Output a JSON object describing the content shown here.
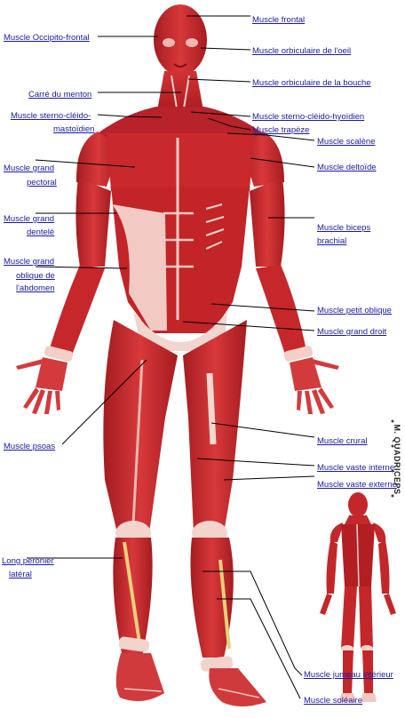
{
  "diagram": {
    "labels_right": {
      "frontal": "Muscle frontal",
      "orbiculaire_oeil": "Muscle orbiculaire de l'oeil",
      "orbiculaire_bouche": "Muscle orbiculaire de la bouche",
      "sterno_hyoidien": "Muscle sterno-cléido-hyoïdien",
      "trapeze": "Muscle trapèze",
      "scalene": "Muscle scalène",
      "deltoide": "Muscle deltoïde",
      "biceps_1": "Muscle biceps",
      "biceps_2": "brachial",
      "petit_oblique": "Muscle petit oblique",
      "grand_droit": "Muscle grand droit",
      "crural": "Muscle crural",
      "vaste_interne": "Muscle vaste interne",
      "vaste_externe": "Muscle vaste externe",
      "jumeau": "Muscle jumeau intérieur",
      "soleaire": "Muscle soléaire"
    },
    "labels_left": {
      "occipito": "Muscle Occipito-frontal",
      "carre_menton": "Carré du menton",
      "sterno_mastoidien_1": "Muscle sterno-cléido-",
      "sterno_mastoidien_2": "mastoïdien",
      "grand_pectoral_1": "Muscle grand",
      "grand_pectoral_2": "pectoral",
      "grand_dentele_1": "Muscle grand",
      "grand_dentele_2": "dentelé",
      "grand_oblique_1": "Muscle grand",
      "grand_oblique_2": "oblique de",
      "grand_oblique_3": "l'abdomen",
      "psoas": "Muscle psoas",
      "peronier_1": "Long péronier",
      "peronier_2": "latéral"
    },
    "quadriceps": "M. QUADRICEPS",
    "colors": {
      "label_text": "#1a1aa8",
      "leader_line": "#000000",
      "muscle": "#c8282c",
      "muscle_dark": "#8f1418",
      "muscle_light": "#e05a5a",
      "tendon": "#f2d6cf",
      "tendon_yellow": "#e8cf7a"
    }
  }
}
